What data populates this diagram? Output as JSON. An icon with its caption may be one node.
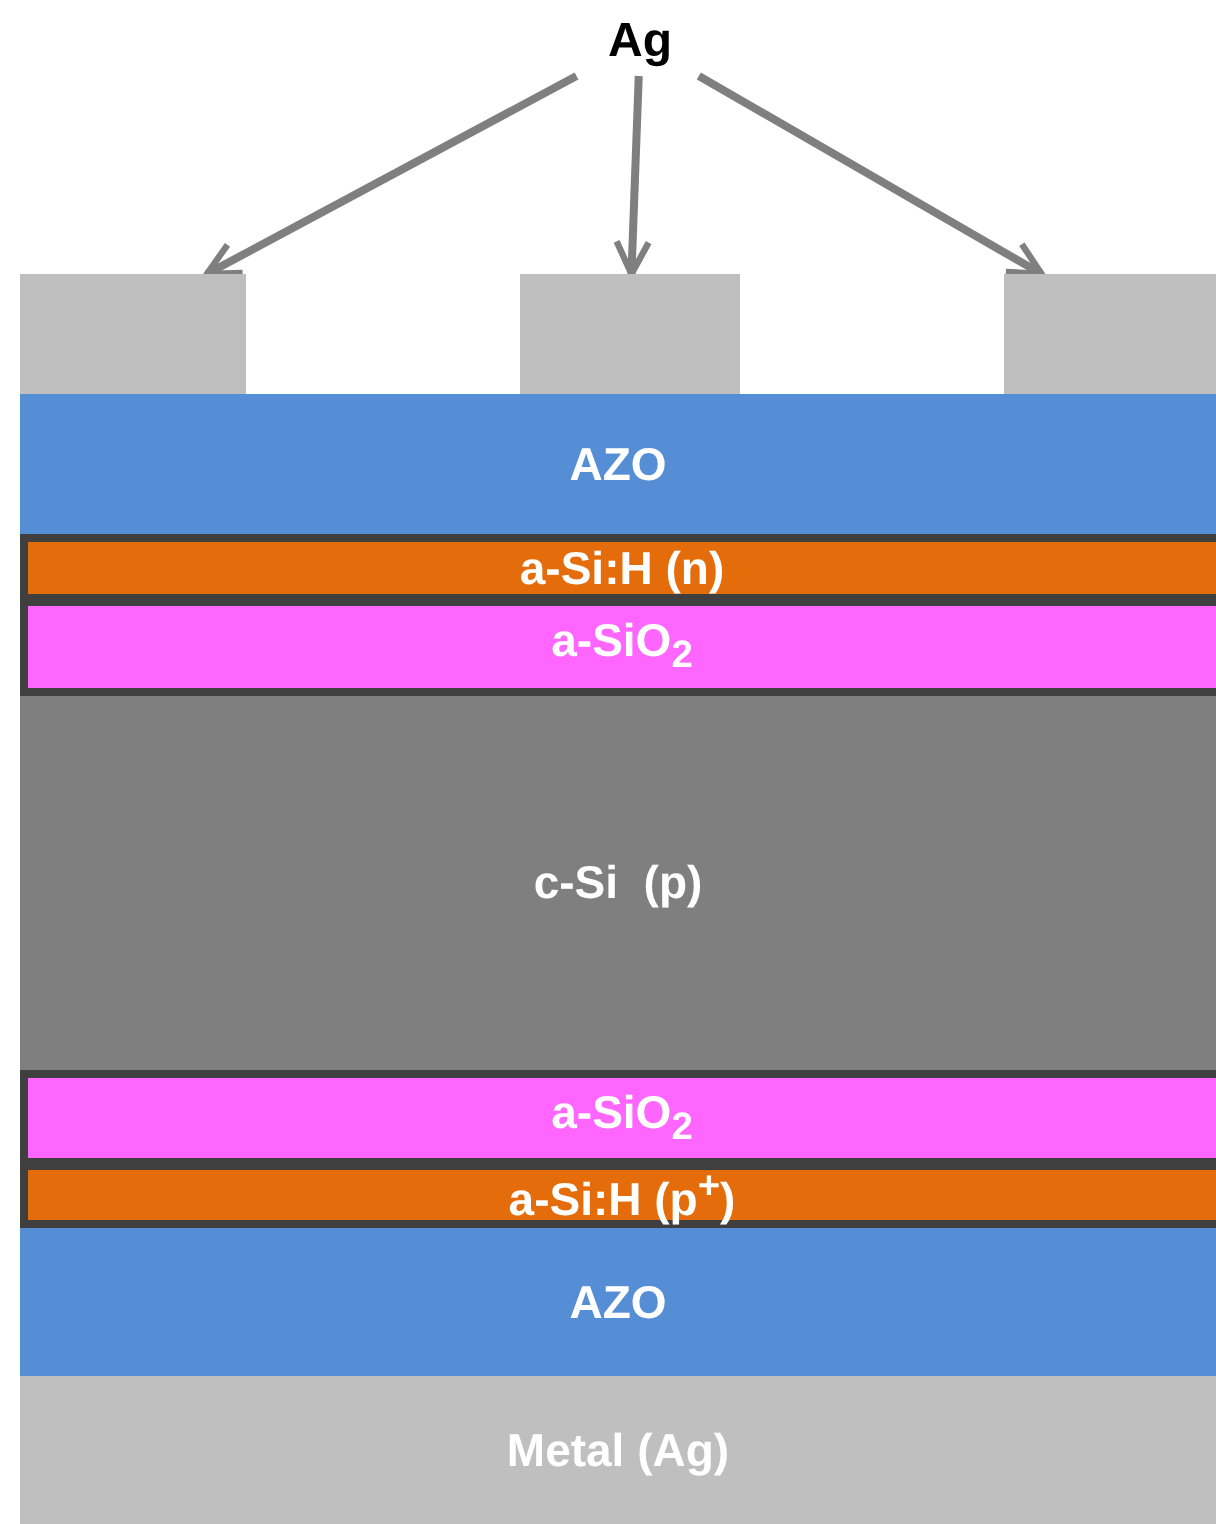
{
  "diagram": {
    "nodes": [
      {
        "text": [
          "Ag"
        ]
      },
      {
        "text": [],
        "shape": "box"
      },
      {
        "text": [],
        "shape": "box"
      },
      {
        "text": [],
        "shape": "box"
      },
      {
        "text": [
          "AZO"
        ]
      },
      {
        "text": [
          "a-Si:H (n)"
        ]
      },
      {
        "text": [
          "a-SiO$_{2}$"
        ]
      },
      {
        "text": [
          "c-Si  (p)"
        ]
      },
      {
        "text": [
          "a-SiO$_{2}$"
        ]
      },
      {
        "text": [
          "a-Si:H (p$^{+}$)"
        ]
      },
      {
        "text": [
          "AZO"
        ]
      },
      {
        "text": [
          "Metal (Ag)"
        ]
      }
    ],
    "edges": [
      {
        "from": 0,
        "to": 1,
        "arrow": "to"
      },
      {
        "from": 0,
        "to": 2,
        "arrow": "to"
      },
      {
        "from": 0,
        "to": 3,
        "arrow": "to"
      }
    ]
  }
}
